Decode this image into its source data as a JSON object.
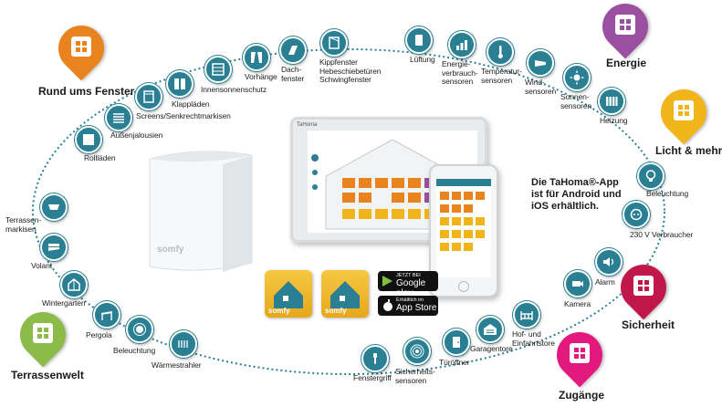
{
  "categories": {
    "window": {
      "label": "Rund ums Fenster",
      "color": "#e8831d"
    },
    "energy": {
      "label": "Energie",
      "color": "#9a4fa0"
    },
    "light": {
      "label": "Licht & mehr",
      "color": "#f2b41b"
    },
    "security": {
      "label": "Sicherheit",
      "color": "#c0184a"
    },
    "access": {
      "label": "Zugänge",
      "color": "#e4197d"
    },
    "terrace": {
      "label": "Terrassenwelt",
      "color": "#8cbb4a"
    }
  },
  "devices": [
    {
      "label": "Rollläden",
      "icon": "roller-shutter-icon"
    },
    {
      "label": "Außenjalousien",
      "icon": "blinds-icon"
    },
    {
      "label": "Screens/Senkrechtmarkisen",
      "icon": "screen-icon"
    },
    {
      "label": "Klappläden",
      "icon": "shutter-icon"
    },
    {
      "label": "Innensonnenschutz",
      "icon": "interior-shade-icon"
    },
    {
      "label": "Vorhänge",
      "icon": "curtain-icon"
    },
    {
      "label": "Dach-\nfenster",
      "icon": "roof-window-icon"
    },
    {
      "label": "Kippfenster\nHebeschiebetüren\nSchwingfenster",
      "icon": "tilt-window-icon"
    },
    {
      "label": "Lüftung",
      "icon": "ventilation-icon"
    },
    {
      "label": "Energie-\nverbrauch-\nsensoren",
      "icon": "energy-meter-icon"
    },
    {
      "label": "Temperatur-\nsensoren",
      "icon": "thermometer-icon"
    },
    {
      "label": "Wind-\nsensoren",
      "icon": "wind-sensor-icon"
    },
    {
      "label": "Sonnen-\nsensoren",
      "icon": "sun-sensor-icon"
    },
    {
      "label": "Heizung",
      "icon": "heater-icon"
    },
    {
      "label": "Beleuchtung",
      "icon": "light-bulb-icon"
    },
    {
      "label": "230 V Verbraucher",
      "icon": "plug-icon"
    },
    {
      "label": "Alarm",
      "icon": "alarm-speaker-icon"
    },
    {
      "label": "Kamera",
      "icon": "camera-icon"
    },
    {
      "label": "Hof- und\nEinfahrtstore",
      "icon": "gate-icon"
    },
    {
      "label": "Garagentore",
      "icon": "garage-door-icon"
    },
    {
      "label": "Türöffner",
      "icon": "door-opener-icon"
    },
    {
      "label": "Sicherheits-\nsensoren",
      "icon": "security-sensor-icon"
    },
    {
      "label": "Fenstergriff",
      "icon": "window-handle-icon"
    },
    {
      "label": "Wärmestrahler",
      "icon": "radiant-heater-icon"
    },
    {
      "label": "Beleuchtung",
      "icon": "light-bulb-icon"
    },
    {
      "label": "Pergola",
      "icon": "pergola-icon"
    },
    {
      "label": "Wintergarten",
      "icon": "conservatory-icon"
    },
    {
      "label": "Volant",
      "icon": "valance-icon"
    },
    {
      "label": "Terrassen-\nmarkisen",
      "icon": "awning-icon"
    }
  ],
  "app_note": "Die TaHoma®-App\nist für Android und\niOS erhältlich.",
  "brand": "somfy",
  "tablet_title": "TaHoma",
  "google_play": {
    "small": "JETZT BEI",
    "big": "Google play"
  },
  "app_store": {
    "small": "Erhältlich im",
    "big": "App Store"
  },
  "accent": "#2a7f93"
}
